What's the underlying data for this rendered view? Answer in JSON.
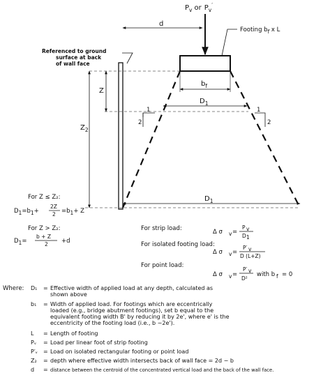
{
  "top": {
    "load_label": "P",
    "load_sub": "v",
    "load_or": "or",
    "load_label2": "P",
    "load_sub2": "v",
    "load_prime": "′",
    "d_label": "d",
    "footing_label": "Footing b",
    "footing_sub": "f",
    "footing_tail": " x L",
    "ref_line1": "Referenced to ground",
    "ref_line2": "surface at back",
    "ref_line3": "of wall face",
    "bf_label": "b",
    "bf_sub": "f",
    "z_label": "Z",
    "z2_label": "Z",
    "z2_sub": "2",
    "d1_label": "D",
    "d1_sub": "1",
    "slope_1": "1",
    "slope_2": "2",
    "slope_1b": "1",
    "slope_2b": "2",
    "d1b_label": "D",
    "d1b_sub": "1"
  },
  "formulas_left": {
    "case1": "For Z ≤ Z₂:",
    "eq1": "D₁ = b₁ + 2Z/2 = b₁ + Z",
    "eq1_a": "D",
    "eq1_b": "=b",
    "eq1_c": "+",
    "eq1_num": "2Z",
    "eq1_den": "2",
    "eq1_d": "=b",
    "eq1_e": "+ Z",
    "case2": "For Z > Z₂:",
    "eq2_a": "D",
    "eq2_b": "=",
    "eq2_num": "b + Z",
    "eq2_den": "2",
    "eq2_c": "+d"
  },
  "formulas_right": {
    "strip": "For strip load:",
    "strip_lhs": "Δ σ",
    "strip_num": "P",
    "strip_den": "D",
    "isolated": "For isolated footing load:",
    "iso_lhs": "Δ σ",
    "iso_num": "P′",
    "iso_den": "D (L+Z)",
    "point": "For point load:",
    "pt_lhs": "Δ σ",
    "pt_num": "P′",
    "pt_den": "D²",
    "pt_tail": "with b",
    "pt_tail2": "= 0"
  },
  "legend": {
    "where": "Where:",
    "items": [
      {
        "sym": "D₁",
        "text": "Effective width of applied load at any depth, calculated as"
      },
      {
        "sym": "",
        "text": "shown above"
      },
      {
        "sym": "b₁",
        "text": "Width of applied load. For footings which are eccentrically"
      },
      {
        "sym": "",
        "text": "loaded (e.g., bridge abutment footings), set b  equal to the"
      },
      {
        "sym": "",
        "text": "equivalent footing width B' by reducing it by 2e', where e' is the"
      },
      {
        "sym": "",
        "text": "eccentricity of the footing load (i.e., b  −2e')."
      },
      {
        "sym": "L",
        "text": "Length of footing"
      },
      {
        "sym": "Pᵥ",
        "text": "Load per linear foot of strip footing"
      },
      {
        "sym": "P′ᵥ",
        "text": "Load on isolated rectangular footing or point load"
      },
      {
        "sym": "Z₂",
        "text": "depth where effective width intersects back of wall face = 2d − b"
      },
      {
        "sym": "d",
        "text": "distance between the centroid of the concentrated vertical load and the back of the wall face."
      }
    ]
  }
}
